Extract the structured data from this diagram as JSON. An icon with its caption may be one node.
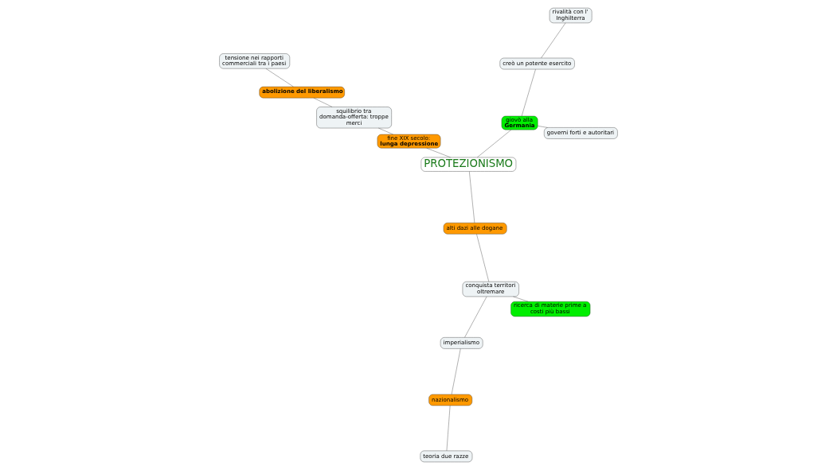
{
  "diagram": {
    "nodes": [
      {
        "text": [
          "PROTEZIONISMO"
        ]
      },
      {
        "text": [
          "fine XIX secolo:",
          "lunga depressione"
        ]
      },
      {
        "text": [
          "squilibrio tra domanda-offerta: troppe merci"
        ]
      },
      {
        "text": [
          "abolizione del liberalismo"
        ]
      },
      {
        "text": [
          "tensione nei rapporti commerciali tra i paesi"
        ]
      },
      {
        "text": [
          "alti dazi alle dogane"
        ]
      },
      {
        "text": [
          "conquista territori oltremare"
        ]
      },
      {
        "text": [
          "ricerca di materie prime a costi più bassi"
        ]
      },
      {
        "text": [
          "imperialismo"
        ]
      },
      {
        "text": [
          "nazionalismo"
        ]
      },
      {
        "text": [
          "teoria due razze"
        ]
      },
      {
        "text": [
          "giovò alla",
          "Germania"
        ]
      },
      {
        "text": [
          "governi forti e autoritari"
        ]
      },
      {
        "text": [
          "creò un potente esercito"
        ]
      },
      {
        "text": [
          "rivalità con l' Inghilterra"
        ]
      }
    ],
    "edges": [
      {
        "from": 0,
        "to": 1,
        "arrow": "none"
      },
      {
        "from": 1,
        "to": 2,
        "arrow": "none"
      },
      {
        "from": 2,
        "to": 3,
        "arrow": "none"
      },
      {
        "from": 3,
        "to": 4,
        "arrow": "none"
      },
      {
        "from": 0,
        "to": 5,
        "arrow": "none"
      },
      {
        "from": 5,
        "to": 6,
        "arrow": "none"
      },
      {
        "from": 6,
        "to": 7,
        "arrow": "none"
      },
      {
        "from": 6,
        "to": 8,
        "arrow": "none"
      },
      {
        "from": 8,
        "to": 9,
        "arrow": "none"
      },
      {
        "from": 9,
        "to": 10,
        "arrow": "none"
      },
      {
        "from": 0,
        "to": 11,
        "arrow": "none"
      },
      {
        "from": 11,
        "to": 12,
        "arrow": "none"
      },
      {
        "from": 11,
        "to": 13,
        "arrow": "none"
      },
      {
        "from": 13,
        "to": 14,
        "arrow": "none"
      }
    ]
  }
}
